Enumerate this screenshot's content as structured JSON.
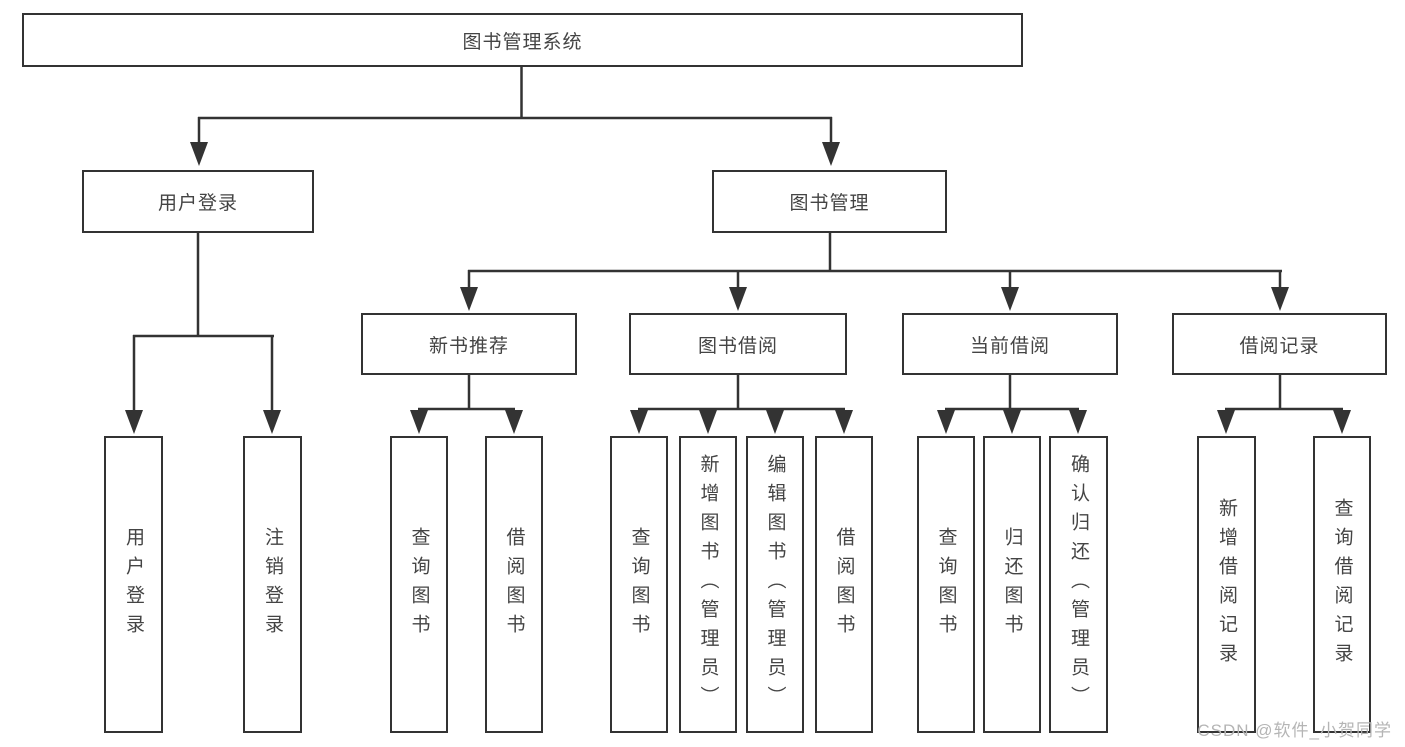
{
  "tree": {
    "label": "图书管理系统",
    "children": [
      {
        "label": "用户登录",
        "children": [
          {
            "label": "用户登录"
          },
          {
            "label": "注销登录"
          }
        ]
      },
      {
        "label": "图书管理",
        "children": [
          {
            "label": "新书推荐",
            "children": [
              {
                "label": "查询图书"
              },
              {
                "label": "借阅图书"
              }
            ]
          },
          {
            "label": "图书借阅",
            "children": [
              {
                "label": "查询图书"
              },
              {
                "label": "新增图书（管理员）"
              },
              {
                "label": "编辑图书（管理员）"
              },
              {
                "label": "借阅图书"
              }
            ]
          },
          {
            "label": "当前借阅",
            "children": [
              {
                "label": "查询图书"
              },
              {
                "label": "归还图书"
              },
              {
                "label": "确认归还（管理员）"
              }
            ]
          },
          {
            "label": "借阅记录",
            "children": [
              {
                "label": "新增借阅记录"
              },
              {
                "label": "查询借阅记录"
              }
            ]
          }
        ]
      }
    ]
  },
  "watermark": "CSDN @软件_小贺同学",
  "colors": {
    "line": "#333333",
    "box_border": "#333333",
    "text": "#444444",
    "watermark": "#b5b5b5",
    "background": "#ffffff"
  }
}
